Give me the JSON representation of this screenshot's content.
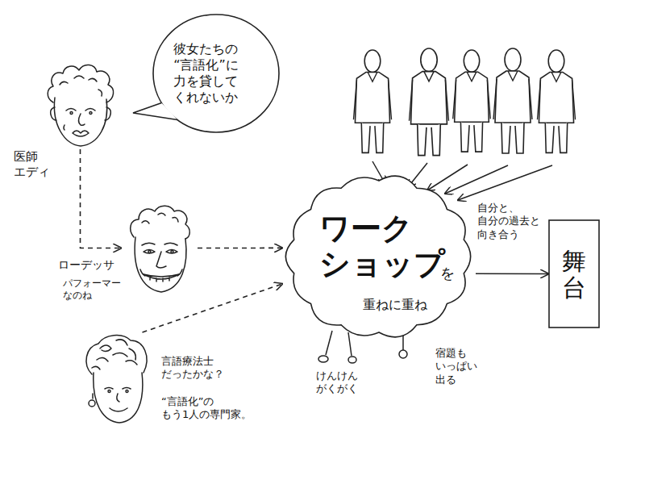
{
  "diagram": {
    "nodes": [
      {
        "text": [
          "医師 エディ"
        ]
      },
      {
        "text": [
          "彼女たちの “言語化”に 力を貸して くれないか"
        ]
      },
      {
        "text": [
          "ローデッサ",
          "パフォーマー なのね"
        ]
      },
      {
        "text": [
          "言語療法士 だったかな？",
          "“言語化”の もう1人の専門家。"
        ]
      },
      {
        "text": [
          "ワーク ショップ",
          "を",
          "重ねに重ね"
        ]
      },
      {
        "text": [
          "舞台"
        ]
      }
    ],
    "edges": [
      {
        "from": 0,
        "to": 2,
        "arrow": "to"
      },
      {
        "from": 2,
        "to": 4,
        "arrow": "to"
      },
      {
        "from": 3,
        "to": 4,
        "arrow": "to"
      },
      {
        "from": 4,
        "to": 5,
        "arrow": "to"
      }
    ],
    "labels": [
      "自分と、 自分の過去と 向き合う",
      "けんけん がくがく",
      "宿題も いっぱい 出る"
    ]
  }
}
